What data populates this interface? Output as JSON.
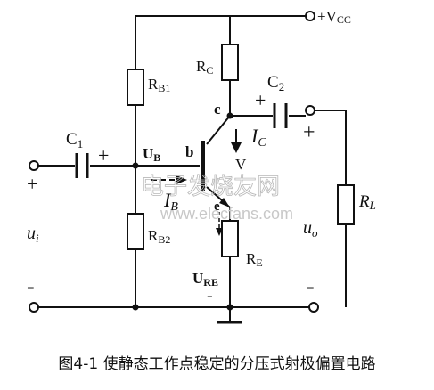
{
  "labels": {
    "vcc": "+V",
    "vcc_sub": "CC",
    "rb1": "R",
    "rb1_sub": "B1",
    "rb2": "R",
    "rb2_sub": "B2",
    "rc": "R",
    "rc_sub": "C",
    "re": "R",
    "re_sub": "E",
    "rl": "R",
    "rl_sub": "L",
    "c1": "C",
    "c1_sub": "1",
    "c2": "C",
    "c2_sub": "2",
    "ub": "U",
    "ub_sub": "B",
    "ure": "U",
    "ure_sub": "RE",
    "ic": "I",
    "ic_sub": "C",
    "ib": "I",
    "ib_sub": "B",
    "transistor": "V",
    "node_b": "b",
    "node_c": "c",
    "node_e": "e",
    "ui": "u",
    "ui_sub": "i",
    "uo": "u",
    "uo_sub": "o",
    "plus": "+",
    "minus": "-"
  },
  "watermark": {
    "cn": "电子发烧友网",
    "url": "www.elecfans.com"
  },
  "caption": "图4-1 使静态工作点稳定的分压式射极偏置电路"
}
